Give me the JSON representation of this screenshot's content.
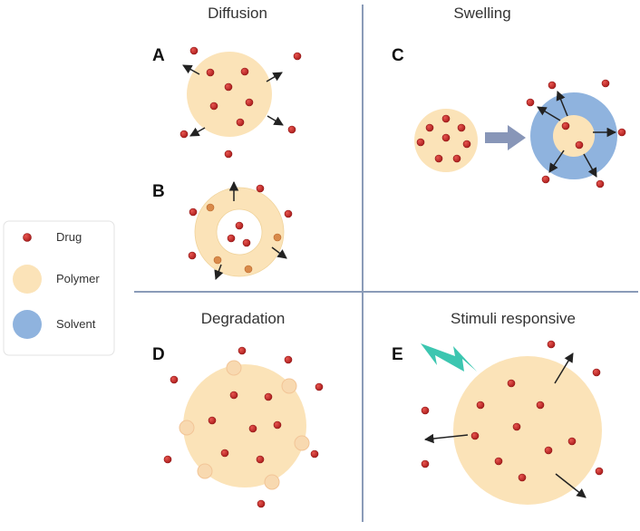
{
  "colors": {
    "drug": "#c62828",
    "drug_stroke": "#8e1515",
    "polymer": "#fbe3b8",
    "solvent": "#8fb3de",
    "divider": "#8a9bb8",
    "arrow": "#222222",
    "swelling_arrow": "#8896b8",
    "lightning": "#3cc6b0",
    "legend_border": "#e3e3e3"
  },
  "legend": {
    "items": [
      {
        "label": "Drug",
        "icon": "drug-dot"
      },
      {
        "label": "Polymer",
        "icon": "polymer-circle"
      },
      {
        "label": "Solvent",
        "icon": "solvent-circle"
      }
    ]
  },
  "panels": {
    "diffusion": {
      "title": "Diffusion",
      "letter_a": "A",
      "letter_b": "B"
    },
    "swelling": {
      "title": "Swelling",
      "letter": "C"
    },
    "degradation": {
      "title": "Degradation",
      "letter": "D"
    },
    "stimuli": {
      "title": "Stimuli responsive",
      "letter": "E",
      "icon": "lightning-bolt-icon"
    }
  }
}
